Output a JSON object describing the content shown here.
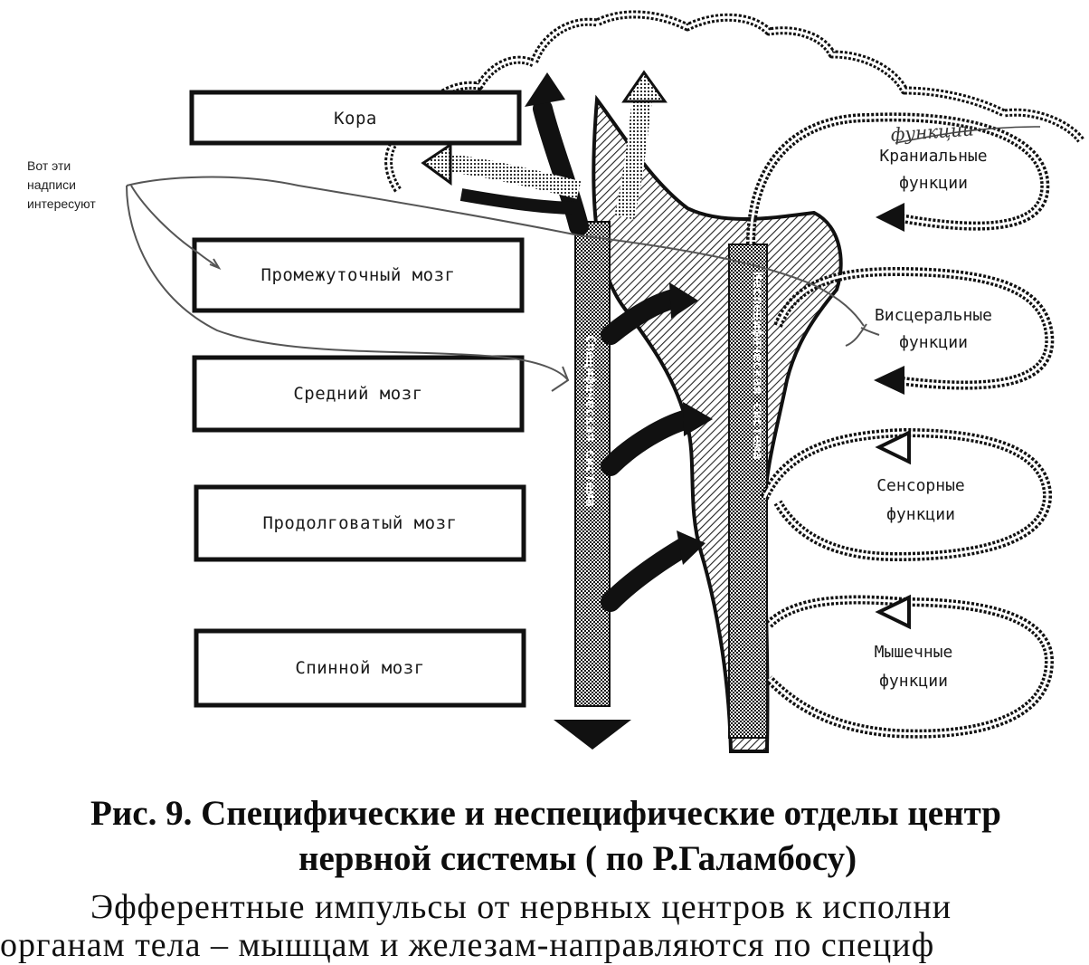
{
  "diagram": {
    "boxes": [
      {
        "label": "Кора"
      },
      {
        "label": "Промежуточный мозг"
      },
      {
        "label": "Средний мозг"
      },
      {
        "label": "Продолговатый мозг"
      },
      {
        "label": "Спинной мозг"
      }
    ],
    "right_labels": [
      {
        "line1": "Краниальные",
        "line2": "функции"
      },
      {
        "line1": "Висцеральные",
        "line2": "функции"
      },
      {
        "line1": "Сенсорные",
        "line2": "функции"
      },
      {
        "line1": "Мышечные",
        "line2": "функции"
      }
    ],
    "vertical_labels": {
      "specific": "Специфическая система",
      "nonspecific": "Неспецифическая система"
    },
    "handwritten_scribble": "функции"
  },
  "annotation": {
    "line1": "Вот эти",
    "line2": "надписи",
    "line3": "интересуют",
    "color": "#555555"
  },
  "caption": {
    "line1": "Рис. 9. Специфические и неспецифические отделы центр",
    "line2": "нервной системы ( по Р.Галамбосу)"
  },
  "body_text": {
    "line1": "Эфферентные импульсы от нервных центров к исполни",
    "line2": "органам тела – мышцам и железам-направляются по специф"
  },
  "colors": {
    "ink": "#111111",
    "annotation": "#555555",
    "paper": "#ffffff"
  }
}
